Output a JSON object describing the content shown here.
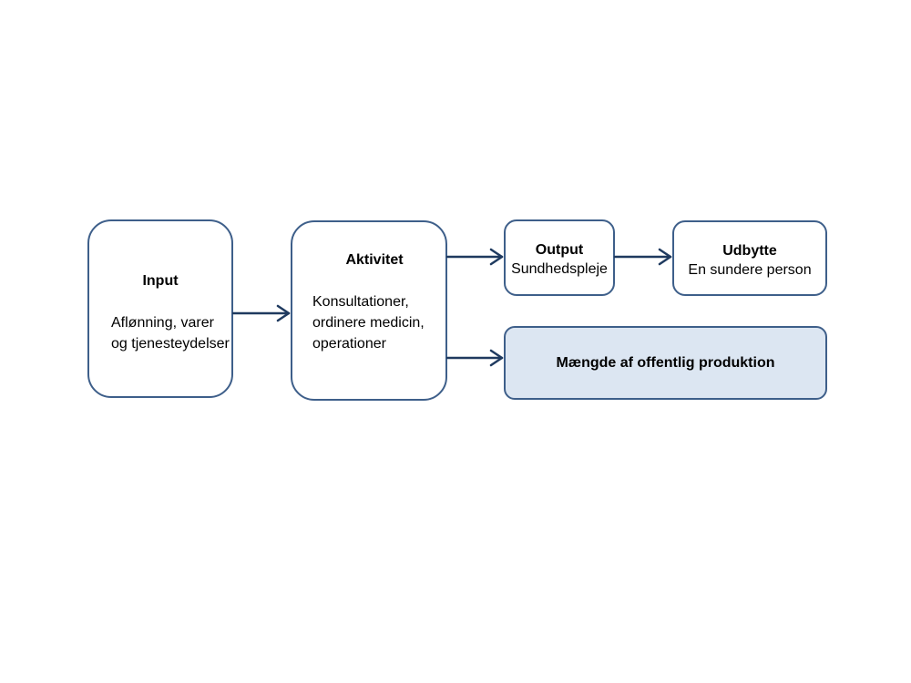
{
  "diagram": {
    "input": {
      "title": "Input",
      "line1": "Aflønning, varer",
      "line2": "og tjenesteydelser"
    },
    "aktivitet": {
      "title": "Aktivitet",
      "line1": "Konsultationer,",
      "line2": "ordinere medicin,",
      "line3": "operationer"
    },
    "output": {
      "title": "Output",
      "body": "Sundhedspleje"
    },
    "udbytte": {
      "title": "Udbytte",
      "body": "En sundere person"
    },
    "maengde": {
      "title": "Mængde af offentlig produktion"
    },
    "colors": {
      "border": "#3e5f8a",
      "arrow": "#1f3a5f",
      "highlight_fill": "#dce6f2"
    }
  }
}
